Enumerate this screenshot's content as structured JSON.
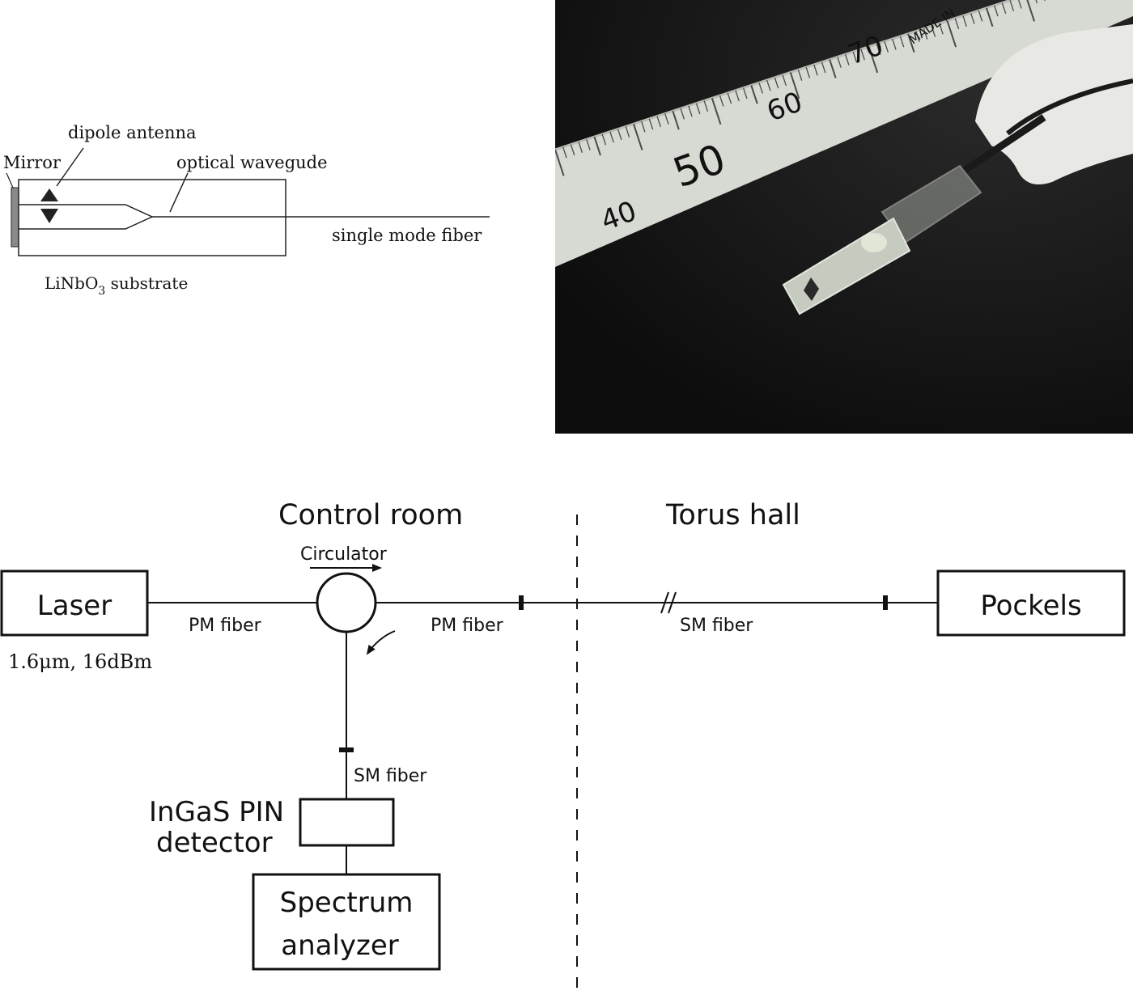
{
  "probe_diagram": {
    "label_mirror": "Mirror",
    "label_dipole_antenna": "dipole antenna",
    "label_optical_waveguide": "optical wavegude",
    "label_single_mode_fiber": "single mode fiber",
    "label_substrate_main": "LiNbO",
    "label_substrate_sub": "3",
    "label_substrate_rest": " substrate"
  },
  "photo": {
    "ruler_numbers": [
      "40",
      "50",
      "60",
      "70"
    ],
    "ruler_imprint": "MADE IN",
    "highlight_number": "50",
    "colors": {
      "background": "#141414",
      "ruler": "#d4d8d0",
      "highlight": "#b3262a"
    }
  },
  "setup_diagram": {
    "region_left": "Control room",
    "region_right": "Torus hall",
    "laser_label": "Laser",
    "laser_spec": "1.6μm, 16dBm",
    "circulator_label": "Circulator",
    "fiber_pm_1": "PM fiber",
    "fiber_pm_2": "PM fiber",
    "fiber_sm_torus": "SM fiber",
    "fiber_sm_down": "SM fiber",
    "pockels_label": "Pockels",
    "detector_line1": "InGaS PIN",
    "detector_line2": "detector",
    "analyzer_line1": "Spectrum",
    "analyzer_line2": "analyzer"
  }
}
